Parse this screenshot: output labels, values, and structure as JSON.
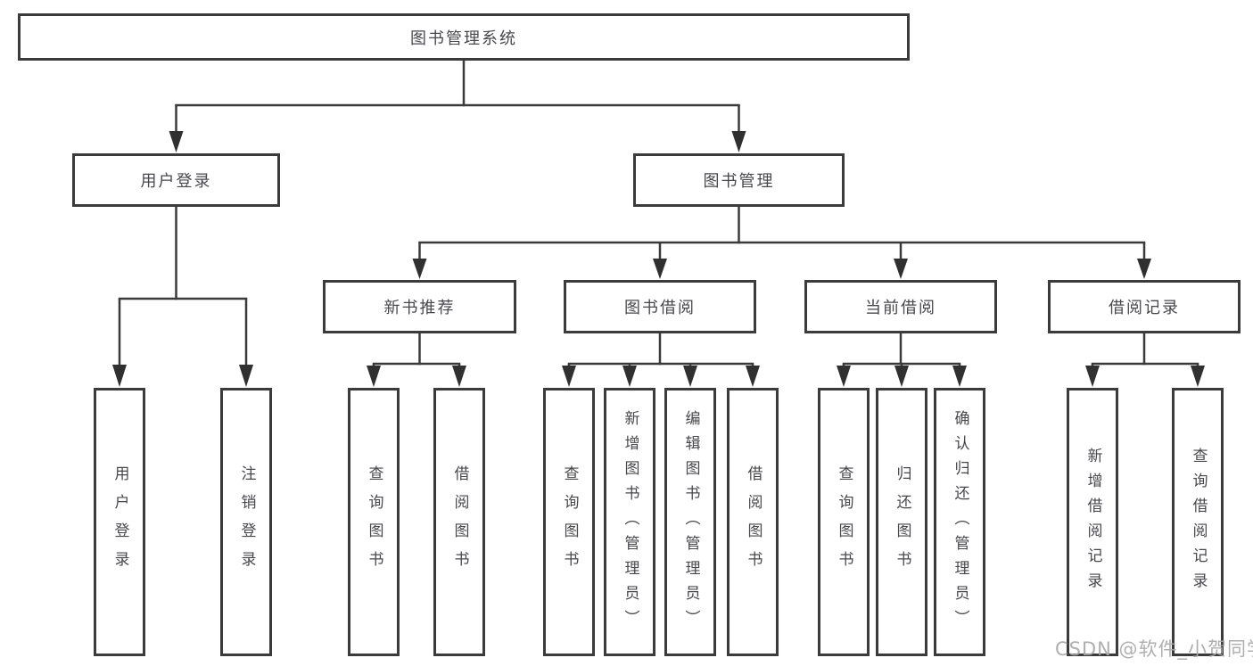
{
  "diagram": {
    "root": {
      "label": "图书管理系统"
    },
    "branches": [
      {
        "label": "用户登录",
        "children": [
          {
            "label": "用户登录"
          },
          {
            "label": "注销登录"
          }
        ]
      },
      {
        "label": "图书管理",
        "children": [
          {
            "label": "新书推荐",
            "children": [
              {
                "label": "查询图书"
              },
              {
                "label": "借阅图书"
              }
            ]
          },
          {
            "label": "图书借阅",
            "children": [
              {
                "label": "查询图书"
              },
              {
                "label": "新增图书（管理员）"
              },
              {
                "label": "编辑图书（管理员）"
              },
              {
                "label": "借阅图书"
              }
            ]
          },
          {
            "label": "当前借阅",
            "children": [
              {
                "label": "查询图书"
              },
              {
                "label": "归还图书"
              },
              {
                "label": "确认归还（管理员）"
              }
            ]
          },
          {
            "label": "借阅记录",
            "children": [
              {
                "label": "新增借阅记录"
              },
              {
                "label": "查询借阅记录"
              }
            ]
          }
        ]
      }
    ]
  },
  "watermark": "CSDN @软件_小贺同学",
  "colors": {
    "line": "#3a3a3a",
    "border": "#3b3b3b",
    "text": "#48484c",
    "watermark": "#a8a8a8",
    "background": "#ffffff"
  }
}
